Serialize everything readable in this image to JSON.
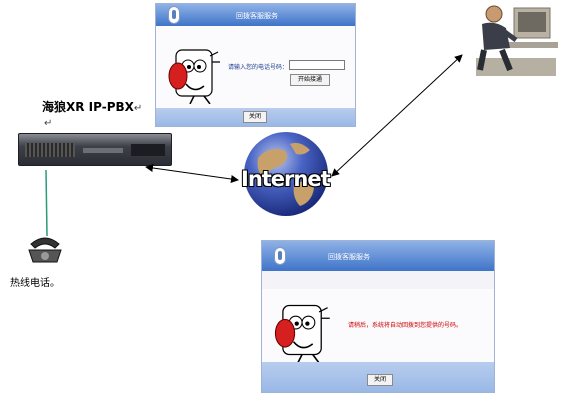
{
  "top_dialog": {
    "title": "回拨客服服务",
    "prompt": "请输入您的电话号码：",
    "input_value": "",
    "start_button": "开始接通",
    "close_button": "关闭"
  },
  "bottom_dialog": {
    "title": "回拨客服服务",
    "message": "请稍后，系统将自动回拨到您提供的号码。",
    "close_button": "关闭"
  },
  "pbx": {
    "label": "海狼XR IP-PBX",
    "mark": "↵",
    "sub_mark": "↵"
  },
  "phone": {
    "label": "热线电话。"
  },
  "internet": {
    "label": "Internet"
  },
  "colors": {
    "dialog_header": "#3f74c9",
    "prompt_text": "#1f3f8f",
    "message_text": "#cc0000",
    "link_line": "#2a9a7a"
  }
}
